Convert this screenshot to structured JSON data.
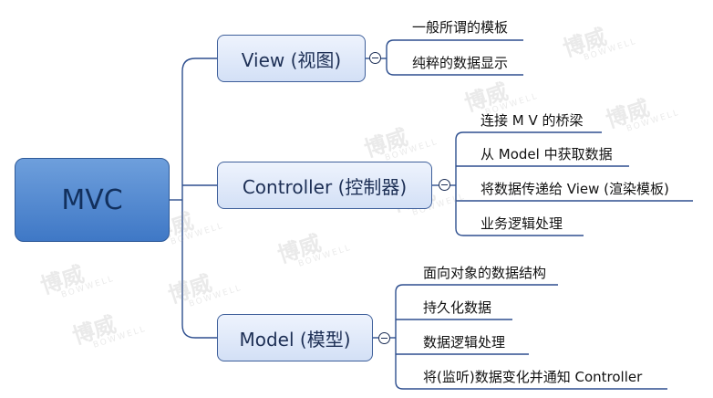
{
  "root": {
    "label": "MVC"
  },
  "branches": [
    {
      "label": "View (视图)",
      "children": [
        "一般所谓的模板",
        "纯粹的数据显示"
      ]
    },
    {
      "label": "Controller (控制器)",
      "children": [
        "连接 M V 的桥梁",
        "从 Model 中获取数据",
        "将数据传递给 View (渲染模板)",
        "业务逻辑处理"
      ]
    },
    {
      "label": "Model (模型)",
      "children": [
        "面向对象的数据结构",
        "持久化数据",
        "数据逻辑处理",
        "将(监听)数据变化并通知 Controller"
      ]
    }
  ],
  "watermark": {
    "cn": "博威",
    "en": "BOWWELL"
  }
}
